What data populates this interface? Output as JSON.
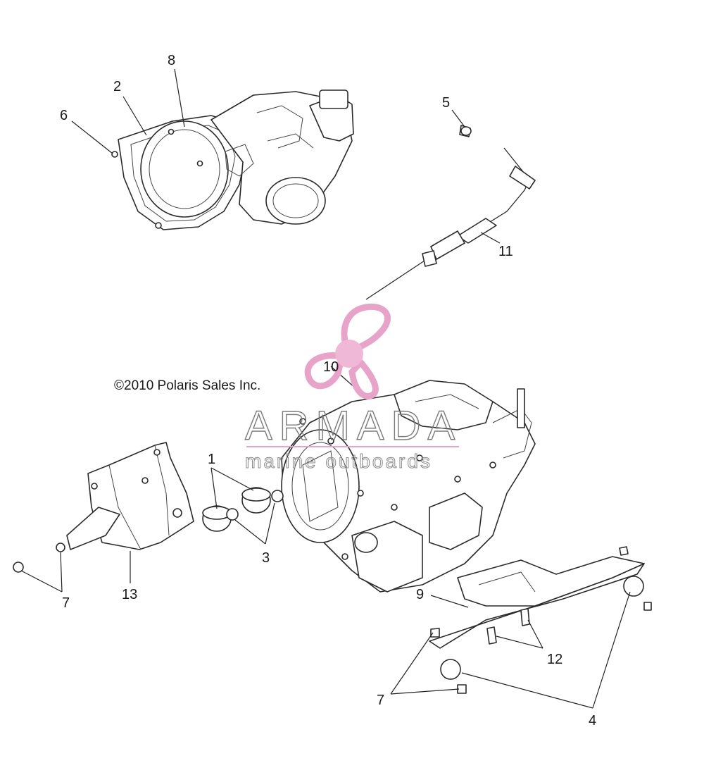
{
  "copyright": "©2010 Polaris Sales Inc.",
  "watermark": {
    "brand": "ARMADA",
    "tagline": "marine outboards",
    "logo_color": "#e8a3c9",
    "logo_hub_color": "#f0b8d7"
  },
  "callouts": {
    "c1": "1",
    "c2": "2",
    "c3": "3",
    "c4": "4",
    "c5": "5",
    "c6": "6",
    "c7a": "7",
    "c7b": "7",
    "c8": "8",
    "c9": "9",
    "c10": "10",
    "c11": "11",
    "c12": "12",
    "c13": "13"
  }
}
